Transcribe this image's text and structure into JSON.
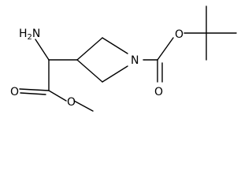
{
  "atom_labels": {
    "amine": {
      "main": "H",
      "sub": "2",
      "tail": "N"
    },
    "carbonyl_o_ester": "O",
    "ether_o_ester": "O",
    "ring_n": "N",
    "carbonyl_o_boc": "O",
    "ether_o_boc": "O"
  }
}
